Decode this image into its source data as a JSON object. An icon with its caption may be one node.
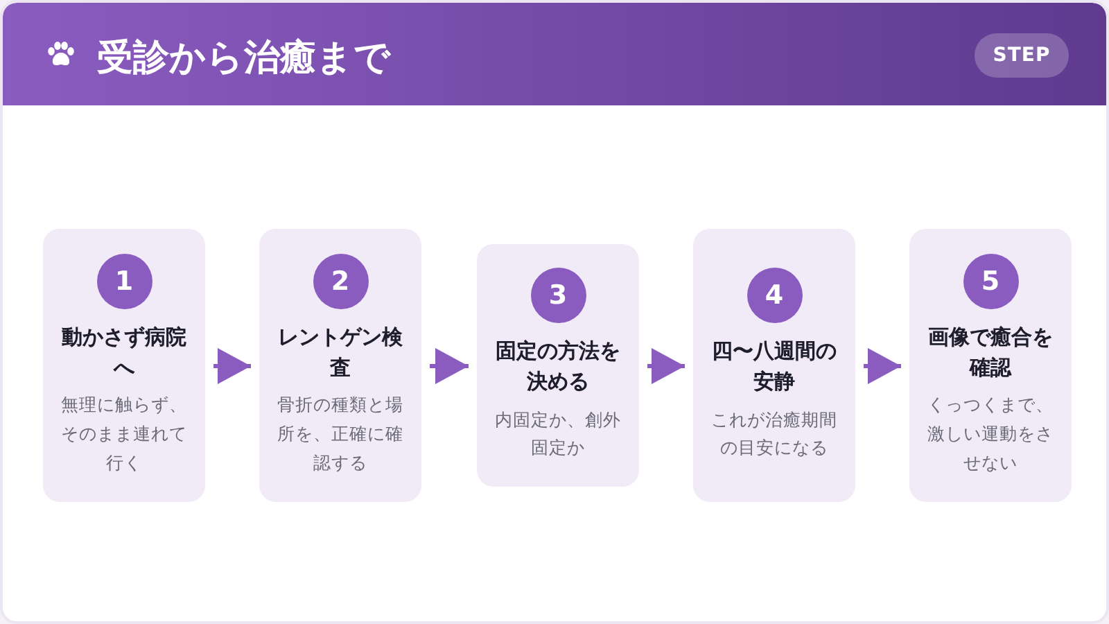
{
  "diagram": {
    "title": "受診から治癒まで",
    "nodes": [
      {
        "text": [
          "1",
          "動かさず病院へ",
          "無理に触らず、そのまま連れて行く"
        ]
      },
      {
        "text": [
          "2",
          "レントゲン検査",
          "骨折の種類と場所を、正確に確認する"
        ]
      },
      {
        "text": [
          "3",
          "固定の方法を決める",
          "内固定か、創外固定か"
        ]
      },
      {
        "text": [
          "4",
          "四〜八週間の安静",
          "これが治癒期間の目安になる"
        ]
      },
      {
        "text": [
          "5",
          "画像で癒合を確認",
          "くっつくまで、激しい運動をさせない"
        ]
      }
    ],
    "edges": [
      {
        "from": 0,
        "to": 1,
        "arrow": "to"
      },
      {
        "from": 1,
        "to": 2,
        "arrow": "to"
      },
      {
        "from": 2,
        "to": 3,
        "arrow": "to"
      },
      {
        "from": 3,
        "to": 4,
        "arrow": "to"
      }
    ],
    "labels": [
      "STEP"
    ]
  }
}
